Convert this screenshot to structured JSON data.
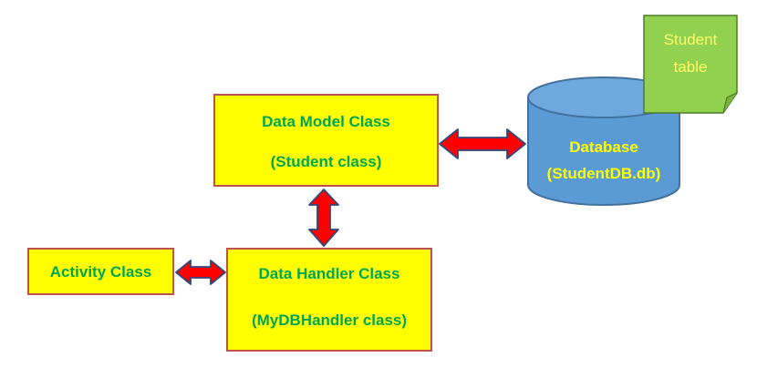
{
  "diagram": {
    "data_model": {
      "title": "Data Model Class",
      "subtitle": "(Student class)"
    },
    "data_handler": {
      "title": "Data Handler Class",
      "subtitle": "(MyDBHandler class)"
    },
    "activity": {
      "title": "Activity Class"
    },
    "database": {
      "title": "Database",
      "subtitle": "(StudentDB.db)"
    },
    "note": {
      "line1": "Student",
      "line2": "table"
    },
    "colors": {
      "box_fill": "#ffff00",
      "box_border": "#c0504d",
      "box_text": "#00a651",
      "arrow_fill": "#ff0000",
      "arrow_stroke": "#2e4a7d",
      "cylinder_fill": "#5b9bd5",
      "cylinder_stroke": "#41719c",
      "cylinder_text": "#ffff00",
      "note_fill": "#92d050",
      "note_text": "#ffff66"
    }
  }
}
